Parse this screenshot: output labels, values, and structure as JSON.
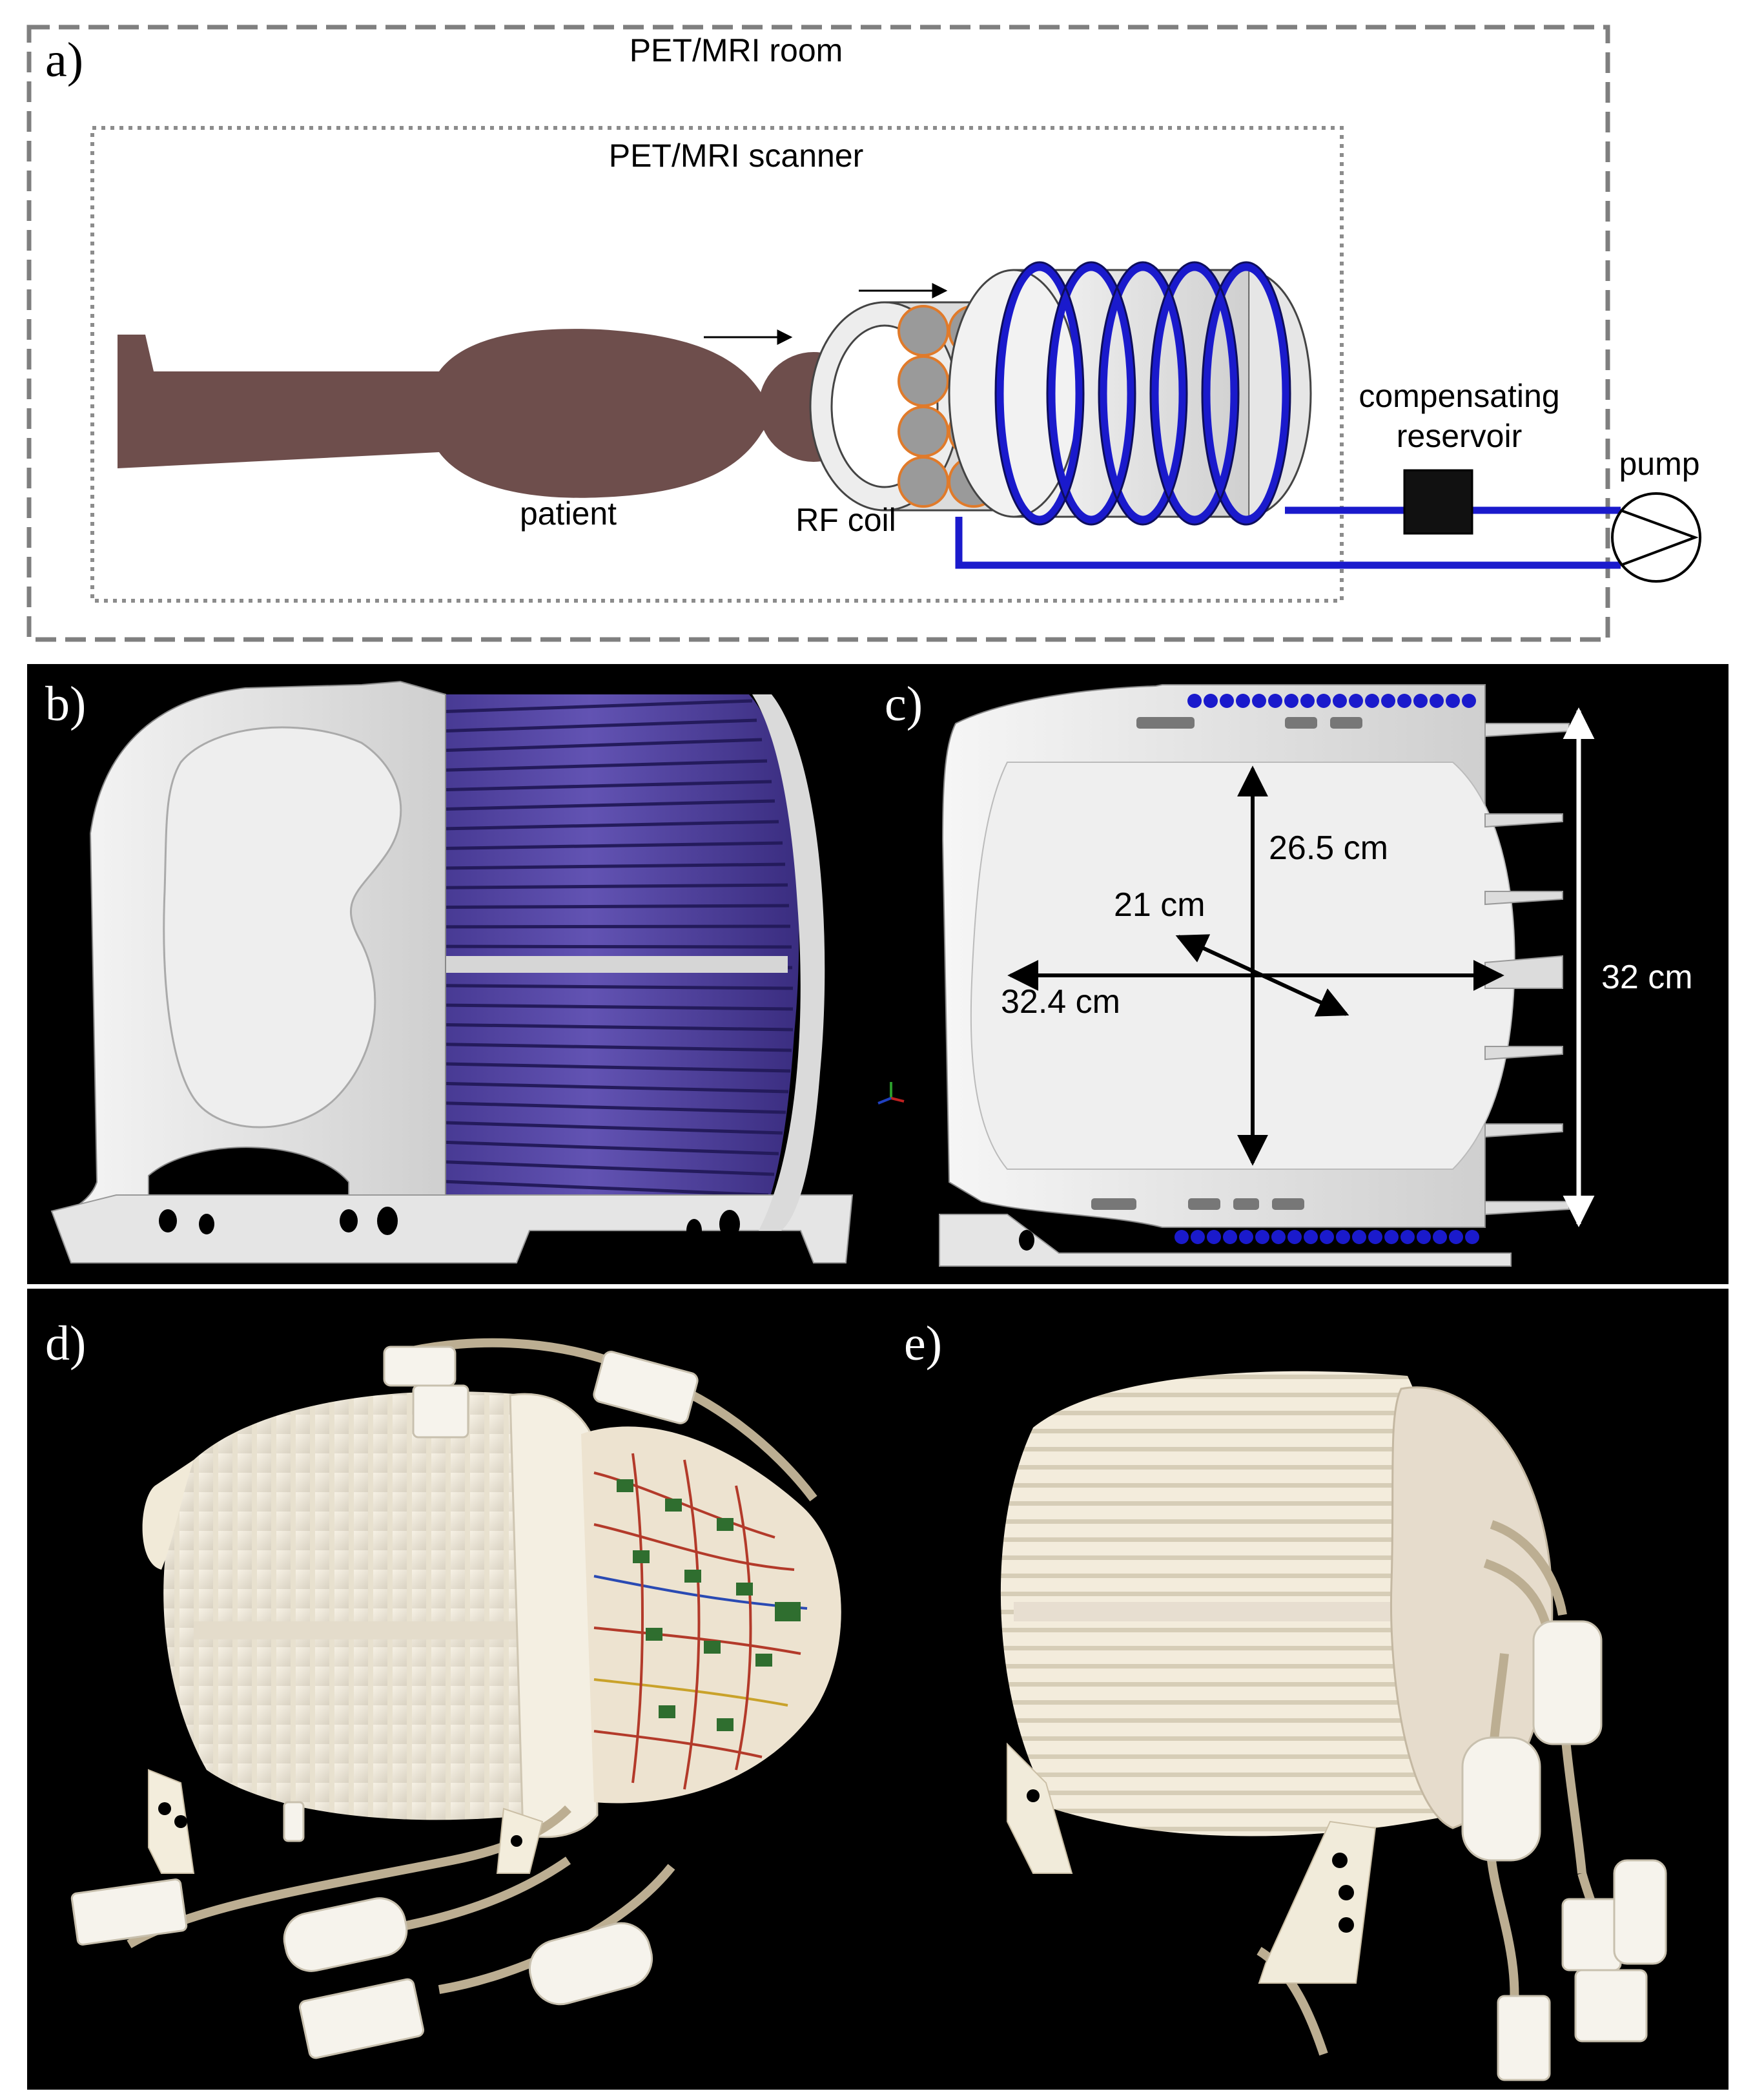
{
  "panels": {
    "a": {
      "label": "a)",
      "room_label": "PET/MRI room",
      "scanner_label": "PET/MRI scanner",
      "patient_label": "patient",
      "rf_coil_label": "RF coil",
      "reservoir_label_1": "compensating",
      "reservoir_label_2": "reservoir",
      "pump_label": "pump"
    },
    "b": {
      "label": "b)"
    },
    "c": {
      "label": "c)",
      "dim_height": "26.5 cm",
      "dim_depth": "21 cm",
      "dim_width": "32.4 cm",
      "dim_outer": "32 cm"
    },
    "d": {
      "label": "d)"
    },
    "e": {
      "label": "e)"
    }
  },
  "colors": {
    "patient": "#6e4e4c",
    "tube": "#1a1acc",
    "coil_white": "#f4f4f4",
    "coil_inner_gray": "#9a9a9a",
    "coil_orange": "#e07a2a",
    "panel_bg": "#000000",
    "printed_purple": "#5a4aa8"
  }
}
